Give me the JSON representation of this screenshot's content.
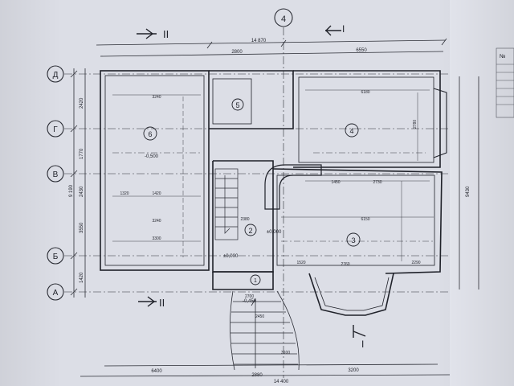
{
  "drawing": {
    "axis_top_label": "4",
    "section_top_left": "II",
    "section_top_right": "I",
    "section_bottom_left": "II",
    "section_bottom_right": "I",
    "rows": [
      "Д",
      "Г",
      "В",
      "Б",
      "А"
    ],
    "rooms": [
      "6",
      "5",
      "4",
      "2",
      "3",
      "1"
    ],
    "dim_top_total": "14 870",
    "dim_top_a": "2800",
    "dim_top_b": "6550",
    "dim_left_total": "9 190",
    "dim_left_a": "2420",
    "dim_left_b": "1770",
    "dim_left_c": "2430",
    "dim_left_d": "3550",
    "dim_left_e": "1420",
    "dim_right_total": "9430",
    "dim_bottom_total": "14 400",
    "dim_bottom_a": "6400",
    "dim_bottom_b": "2880",
    "dim_bottom_c": "3200",
    "level_6": "-0,500",
    "level_2": "±0,000",
    "level_3": "±0,000",
    "level_entry": "-0,450",
    "stair_a": "2700",
    "stair_b": "2450",
    "stair_c": "3100",
    "room6_w": "3240",
    "room6_d": "1320",
    "room6_e": "1420",
    "room6_f": "3240",
    "room6_g": "3300",
    "room4_w": "6180",
    "room3_w": "6150",
    "room4_d": "2780",
    "room4_e": "1450",
    "room4_f": "2730",
    "room2_w": "2380",
    "room3_b": "2760",
    "room3_c": "1520",
    "room3_d": "2290",
    "side_table_label": "№"
  }
}
